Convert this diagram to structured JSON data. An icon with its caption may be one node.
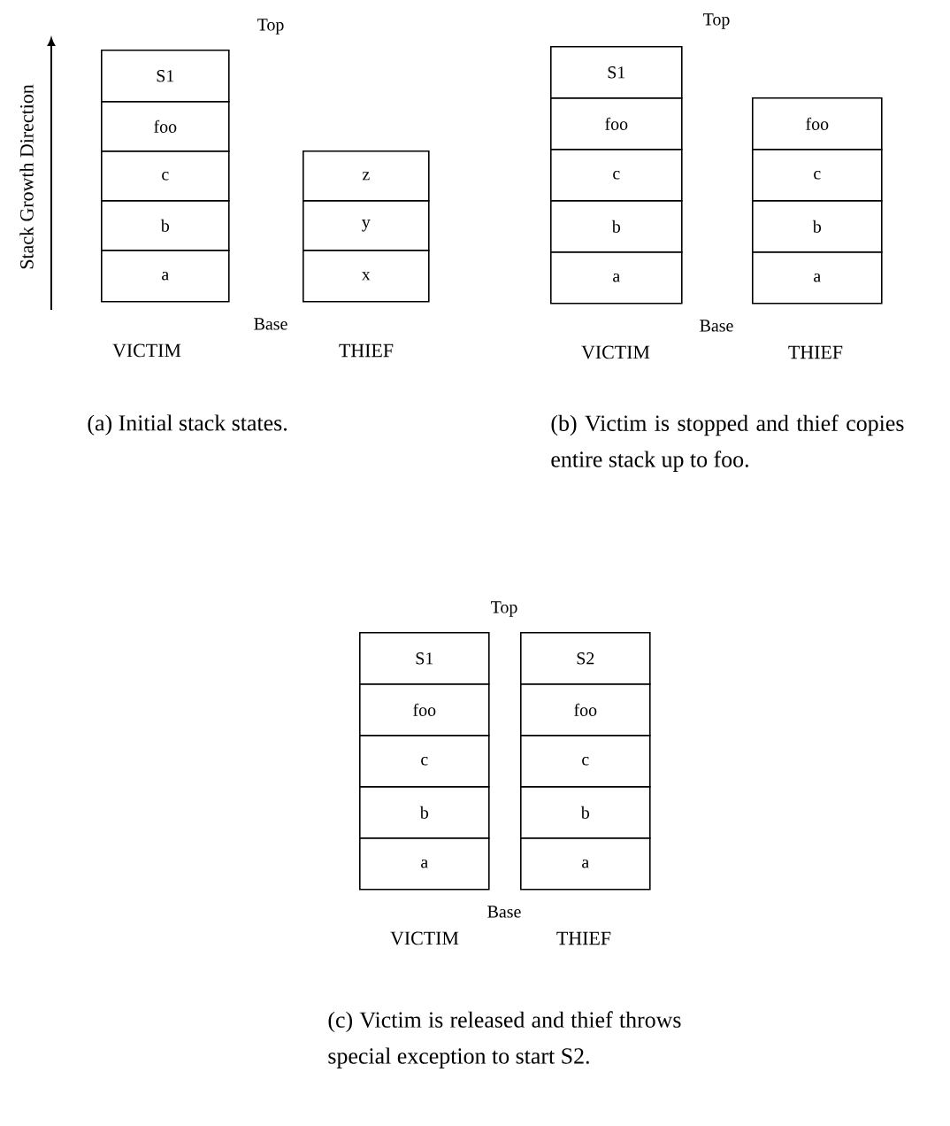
{
  "diagram": {
    "nodes": [
      {
        "text": [
          "S1"
        ]
      },
      {
        "text": [
          "foo"
        ]
      },
      {
        "text": [
          "c"
        ]
      },
      {
        "text": [
          "b"
        ]
      },
      {
        "text": [
          "a"
        ]
      },
      {
        "text": [
          "z"
        ]
      },
      {
        "text": [
          "y"
        ]
      },
      {
        "text": [
          "x"
        ]
      },
      {
        "text": [
          "S1"
        ]
      },
      {
        "text": [
          "foo"
        ]
      },
      {
        "text": [
          "c"
        ]
      },
      {
        "text": [
          "b"
        ]
      },
      {
        "text": [
          "a"
        ]
      },
      {
        "text": [
          "foo"
        ]
      },
      {
        "text": [
          "c"
        ]
      },
      {
        "text": [
          "b"
        ]
      },
      {
        "text": [
          "a"
        ]
      },
      {
        "text": [
          "S1"
        ]
      },
      {
        "text": [
          "foo"
        ]
      },
      {
        "text": [
          "c"
        ]
      },
      {
        "text": [
          "b"
        ]
      },
      {
        "text": [
          "a"
        ]
      },
      {
        "text": [
          "S2"
        ]
      },
      {
        "text": [
          "foo"
        ]
      },
      {
        "text": [
          "c"
        ]
      },
      {
        "text": [
          "b"
        ]
      },
      {
        "text": [
          "a"
        ]
      }
    ],
    "labels": [
      "Stack Growth Direction",
      "Top",
      "Base",
      "VICTIM",
      "THIEF",
      "Top",
      "Base",
      "VICTIM",
      "THIEF",
      "(a) Initial stack states.",
      "(b) Victim is stopped and thief copies entire stack up to foo.",
      "Top",
      "Base",
      "VICTIM",
      "THIEF",
      "(c) Victim is released and thief throws special exception to start S2."
    ]
  }
}
